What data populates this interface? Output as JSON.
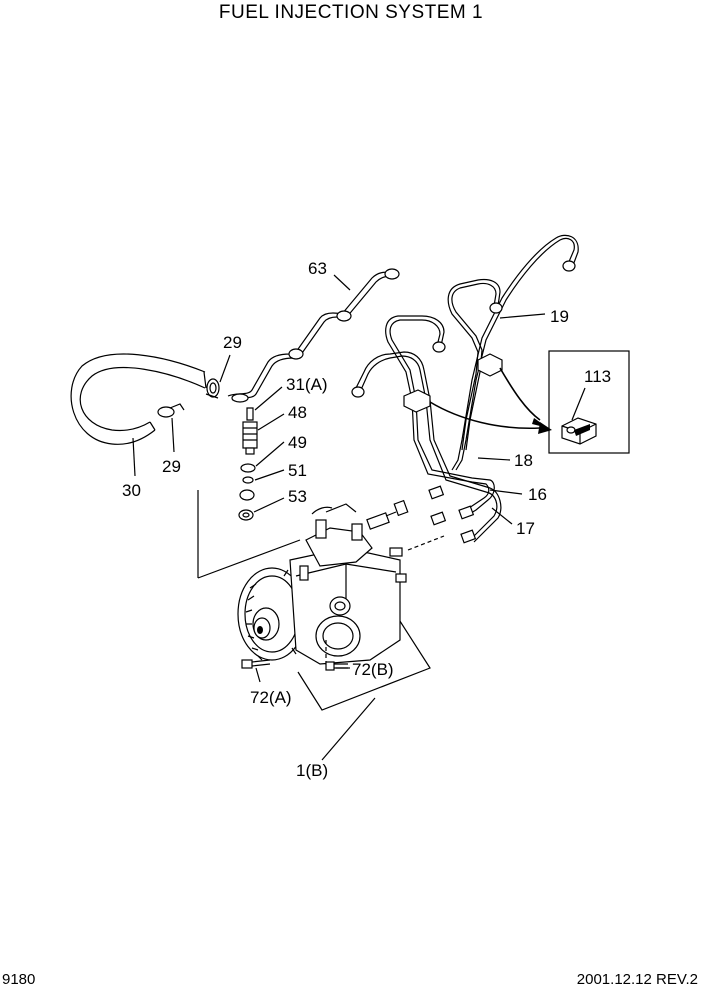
{
  "title": "FUEL INJECTION SYSTEM 1",
  "page_number": "9180",
  "revision": "2001.12.12 REV.2",
  "callouts": [
    {
      "id": "c63",
      "label": "63"
    },
    {
      "id": "c29a",
      "label": "29"
    },
    {
      "id": "c31a",
      "label": "31(A)"
    },
    {
      "id": "c48",
      "label": "48"
    },
    {
      "id": "c49",
      "label": "49"
    },
    {
      "id": "c51",
      "label": "51"
    },
    {
      "id": "c53",
      "label": "53"
    },
    {
      "id": "c29b",
      "label": "29"
    },
    {
      "id": "c30",
      "label": "30"
    },
    {
      "id": "c19",
      "label": "19"
    },
    {
      "id": "c113",
      "label": "113"
    },
    {
      "id": "c18",
      "label": "18"
    },
    {
      "id": "c16",
      "label": "16"
    },
    {
      "id": "c17",
      "label": "17"
    },
    {
      "id": "c72b",
      "label": "72(B)"
    },
    {
      "id": "c72a",
      "label": "72(A)"
    },
    {
      "id": "c1b",
      "label": "1(B)"
    }
  ]
}
